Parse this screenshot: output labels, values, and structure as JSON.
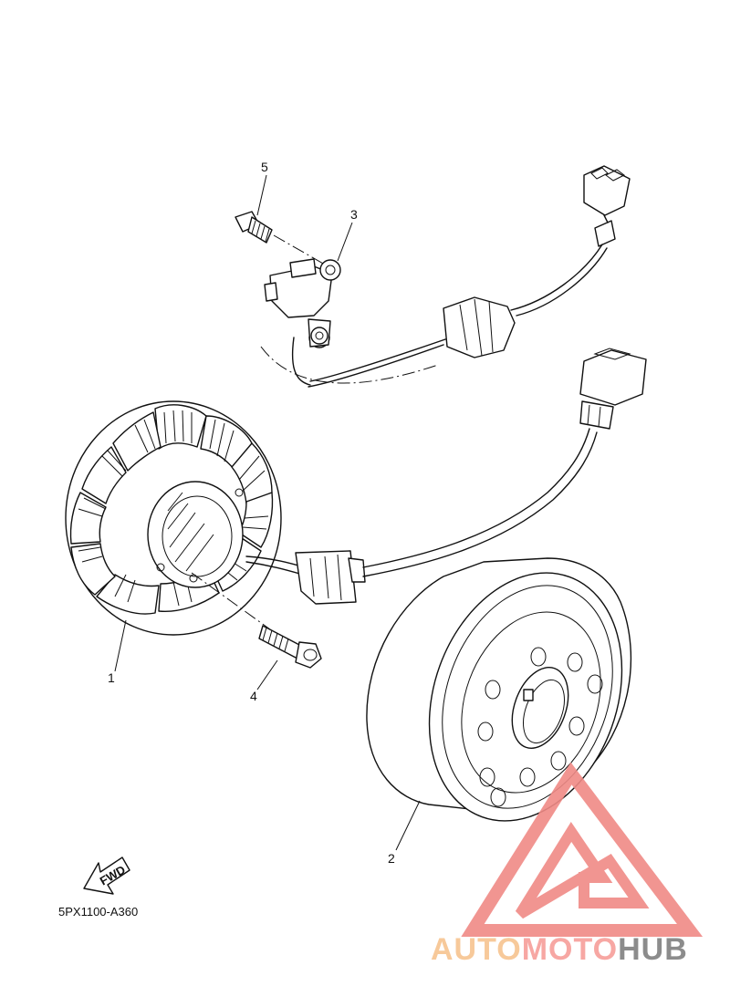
{
  "diagram": {
    "callouts": [
      "1",
      "2",
      "3",
      "4",
      "5"
    ],
    "parts_code": "5PX1100-A360",
    "direction_badge": "FWD"
  },
  "watermark": {
    "part1": "AUTO",
    "part2": "MOTO",
    "part3": "HUB",
    "colors": {
      "auto": "#f7c99a",
      "moto": "#f7a7a3",
      "hub": "#8c8c8c",
      "logo": "#f08a86"
    }
  }
}
